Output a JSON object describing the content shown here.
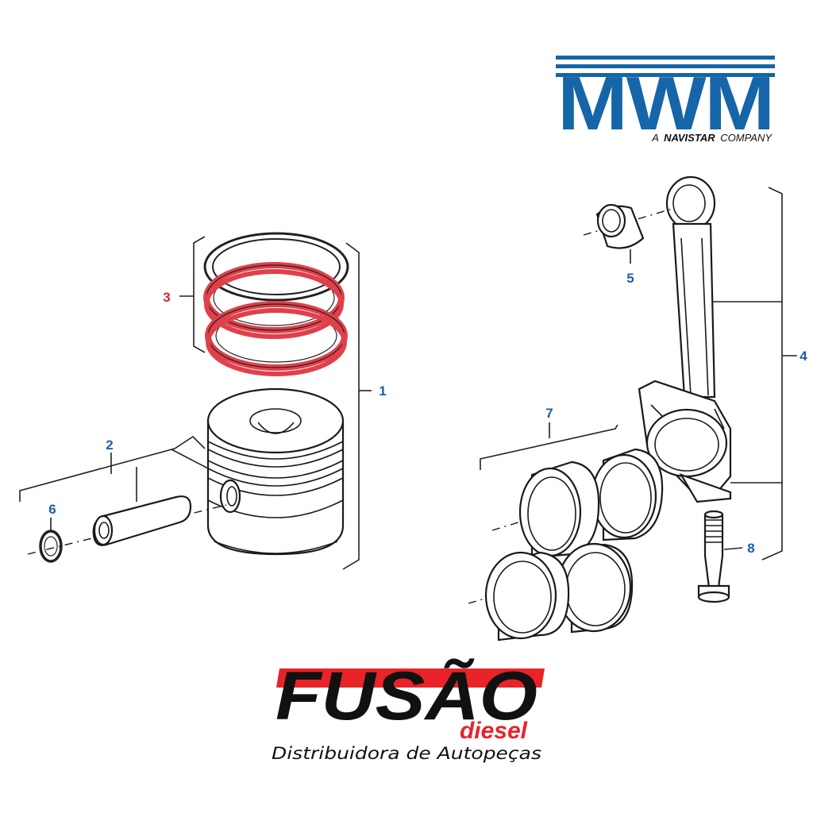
{
  "brand_top": {
    "name": "MWM",
    "tagline_prefix": "A",
    "tagline_brand": "NAVISTAR",
    "tagline_suffix": "COMPANY",
    "color": "#1565a8"
  },
  "callouts": [
    {
      "id": "1",
      "color": "#1a5fa8"
    },
    {
      "id": "2",
      "color": "#1a5fa8"
    },
    {
      "id": "3",
      "color": "#d42a2a"
    },
    {
      "id": "4",
      "color": "#1a5fa8"
    },
    {
      "id": "5",
      "color": "#1a5fa8"
    },
    {
      "id": "6",
      "color": "#1a5fa8"
    },
    {
      "id": "7",
      "color": "#1a5fa8"
    },
    {
      "id": "8",
      "color": "#1a5fa8"
    }
  ],
  "highlight_color": "#e0404a",
  "brand_bottom": {
    "name": "FUSÃO",
    "sub": "diesel",
    "tagline": "Distribuidora de Autopeças",
    "red": "#e8232a",
    "black": "#111111"
  }
}
